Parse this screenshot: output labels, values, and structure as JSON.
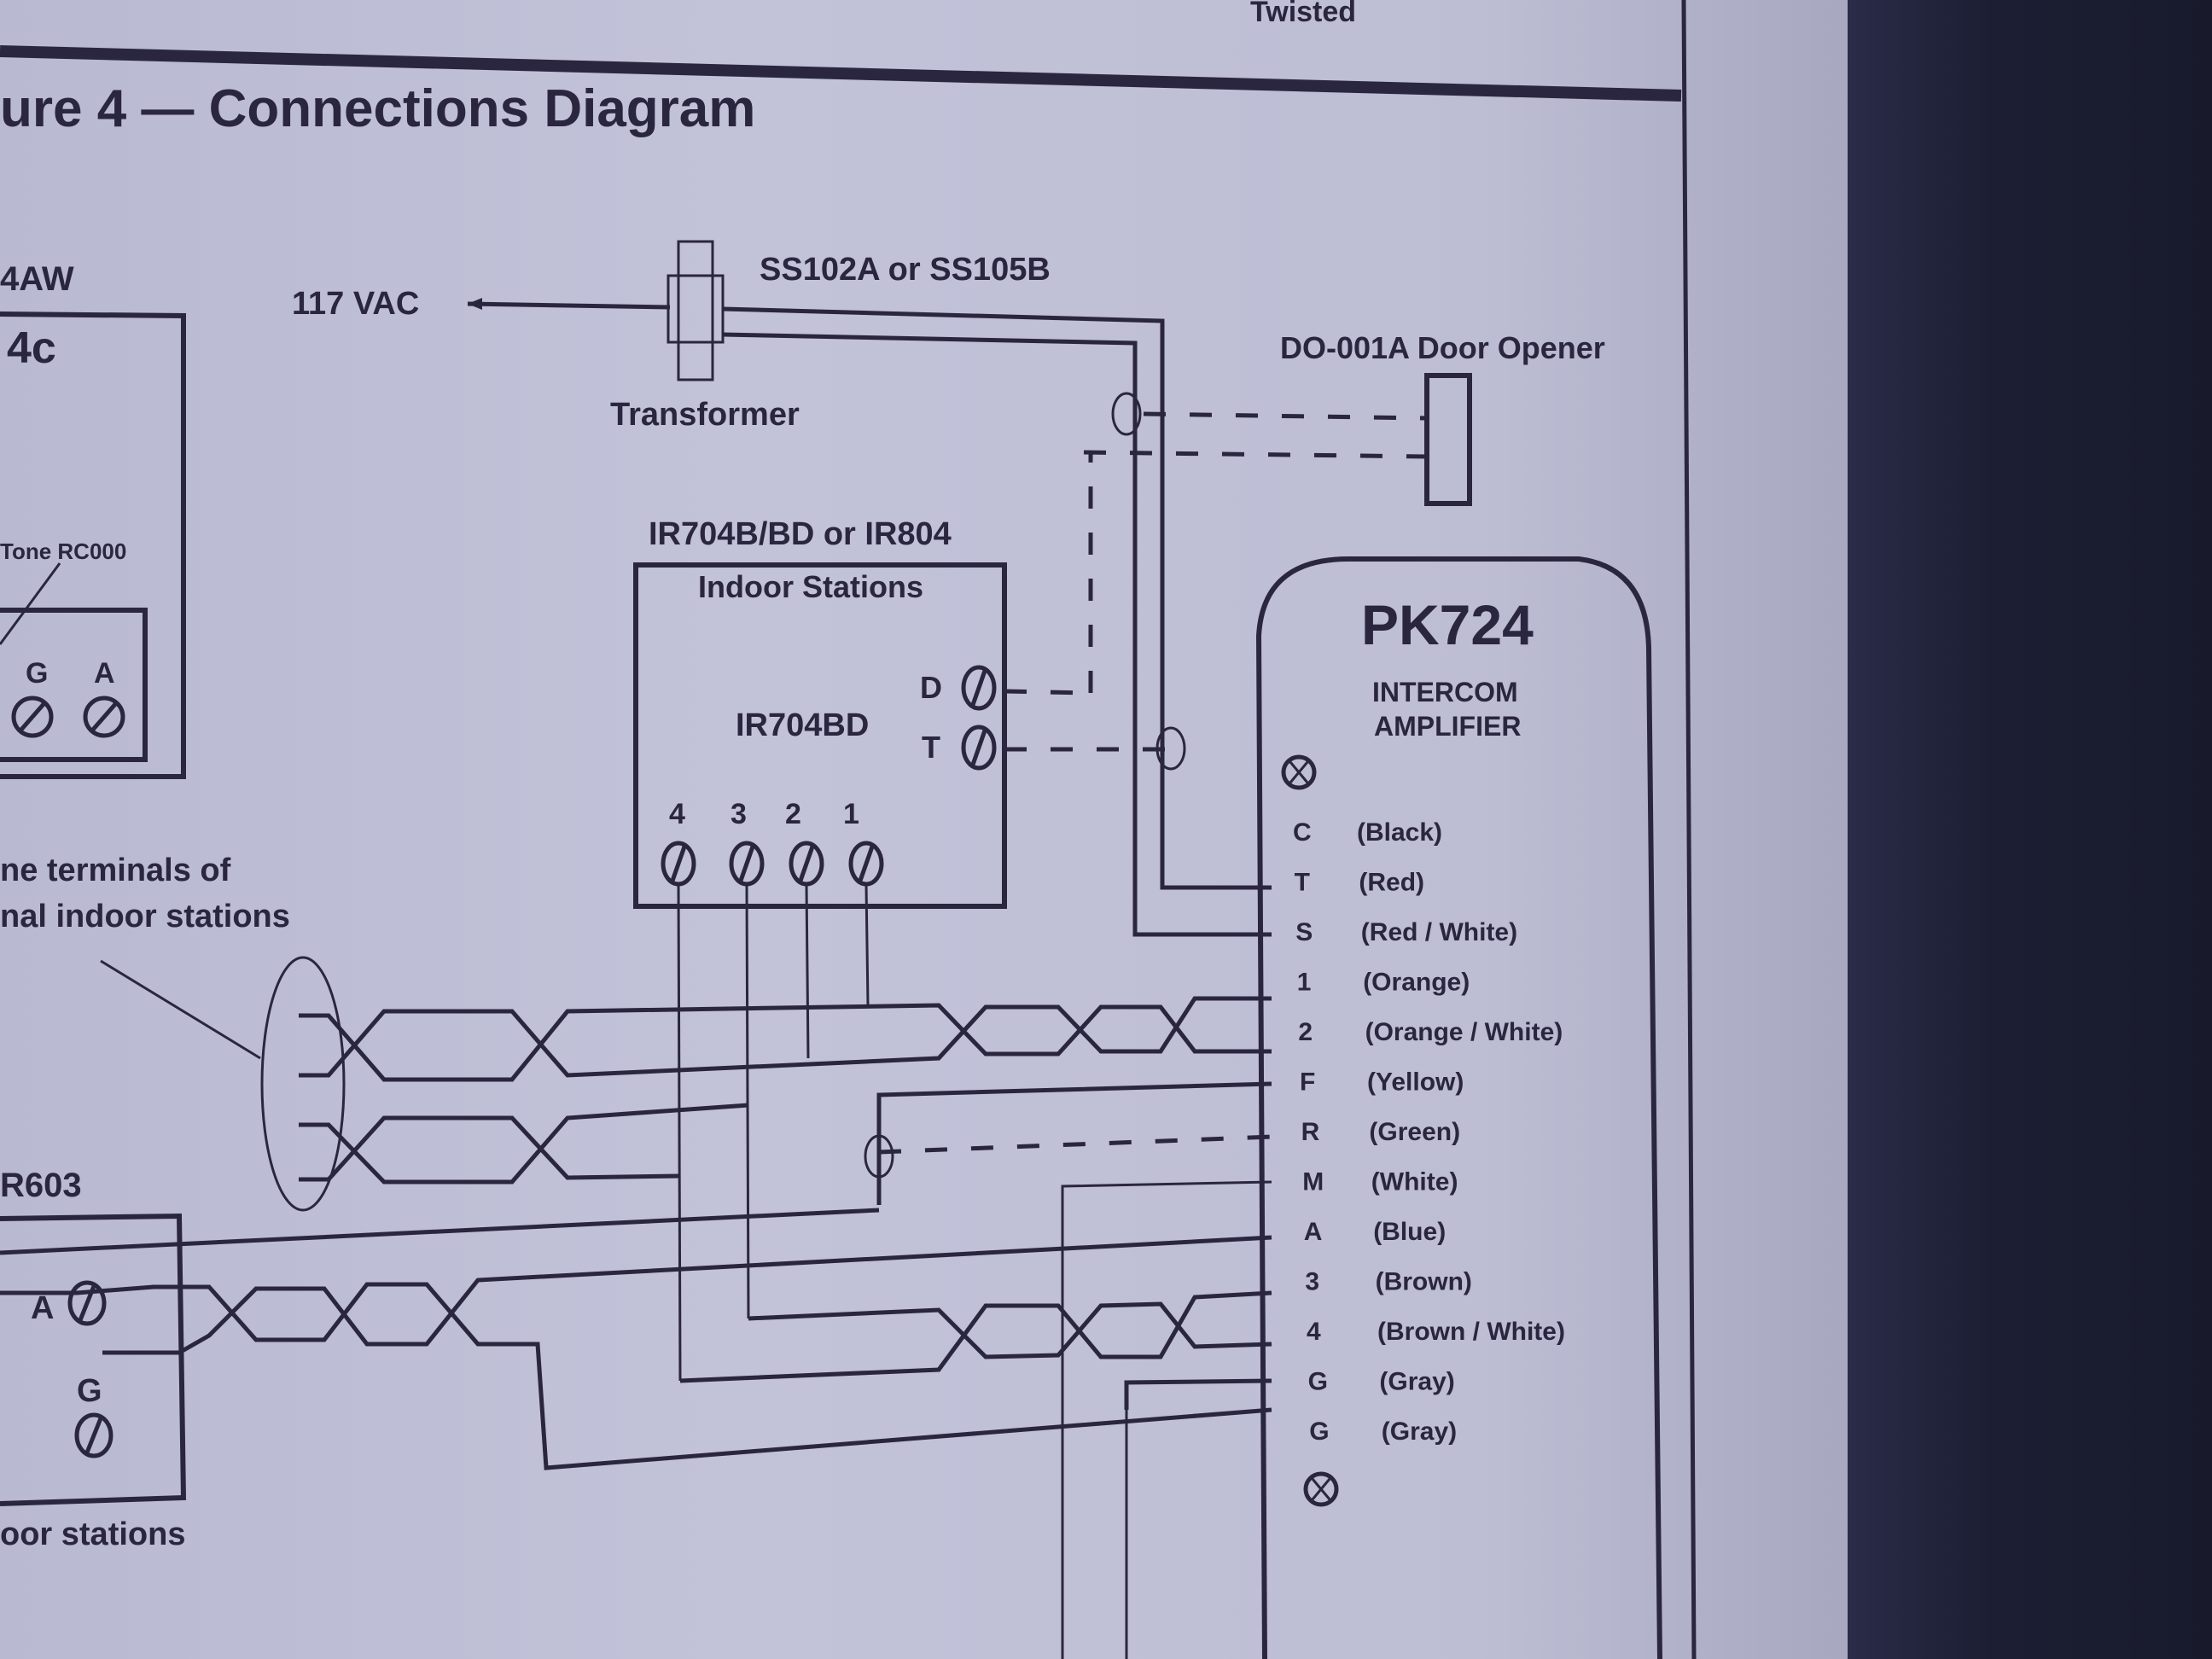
{
  "header": {
    "fragment_label": "Twisted",
    "figure_title": "ure 4 — Connections Diagram"
  },
  "left_panel": {
    "model_fragment": "4AW",
    "unit_label": "4c",
    "note_fragment": "Tone RC000",
    "terminals": [
      "G",
      "A"
    ]
  },
  "power": {
    "supply_label": "117 VAC",
    "transformer_model": "SS102A or SS105B",
    "transformer_label": "Transformer"
  },
  "door_opener": {
    "label": "DO-001A Door Opener"
  },
  "indoor_stations": {
    "title": "IR704B/BD or IR804",
    "subtitle": "Indoor Stations",
    "model": "IR704BD",
    "side_terminals": [
      "D",
      "T"
    ],
    "bottom_terminals": [
      "4",
      "3",
      "2",
      "1"
    ]
  },
  "note": {
    "line1": "ne terminals of",
    "line2": "nal indoor stations"
  },
  "ir603": {
    "title": "R603",
    "terminals": [
      "A",
      "G"
    ],
    "footer": "oor stations"
  },
  "amplifier": {
    "model": "PK724",
    "line1": "INTERCOM",
    "line2": "AMPLIFIER",
    "terminals": [
      {
        "code": "C",
        "color": "(Black)"
      },
      {
        "code": "T",
        "color": "(Red)"
      },
      {
        "code": "S",
        "color": "(Red / White)"
      },
      {
        "code": "1",
        "color": "(Orange)"
      },
      {
        "code": "2",
        "color": "(Orange / White)"
      },
      {
        "code": "F",
        "color": "(Yellow)"
      },
      {
        "code": "R",
        "color": "(Green)"
      },
      {
        "code": "M",
        "color": "(White)"
      },
      {
        "code": "A",
        "color": "(Blue)"
      },
      {
        "code": "3",
        "color": "(Brown)"
      },
      {
        "code": "4",
        "color": "(Brown / White)"
      },
      {
        "code": "G",
        "color": "(Gray)"
      },
      {
        "code": "G",
        "color": "(Gray)"
      }
    ]
  }
}
